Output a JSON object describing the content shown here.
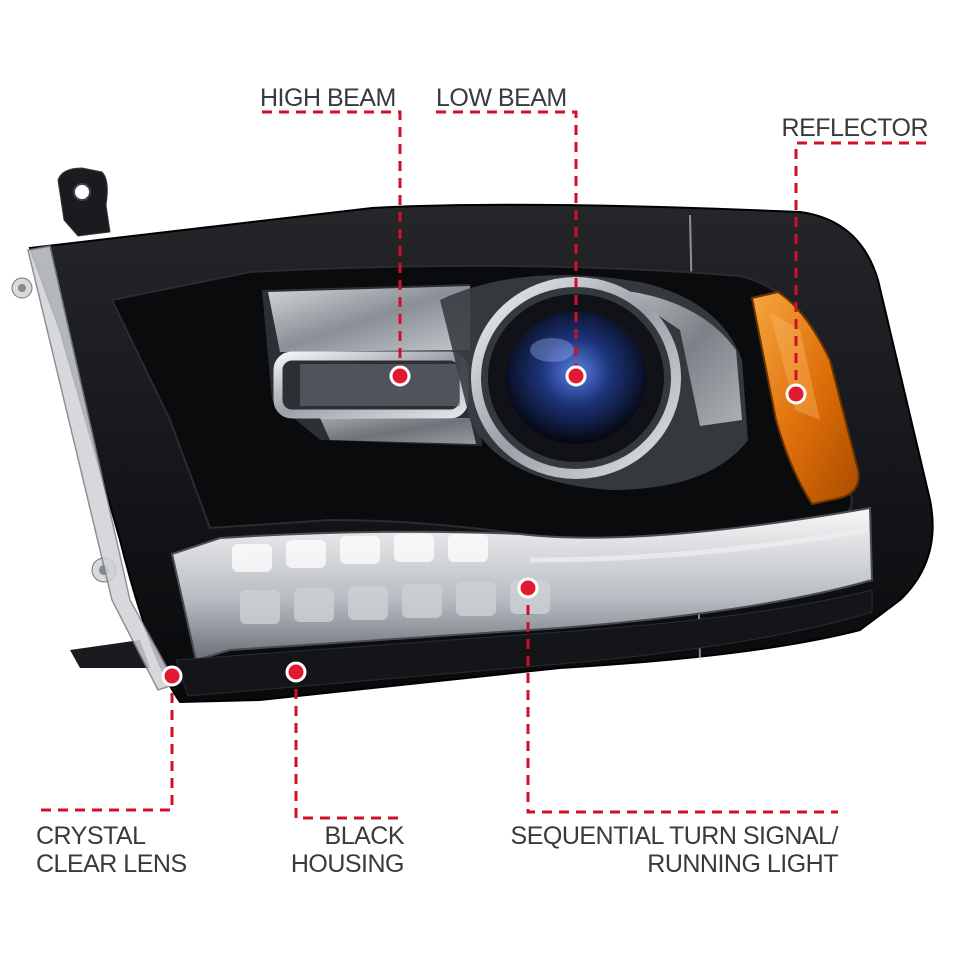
{
  "colors": {
    "callout": "#d0102a",
    "housing": "#0e0e10",
    "amber": "#e07a0c",
    "chrome": "#c9ccd0",
    "lens_blue": "#1a3a8a"
  },
  "labels": {
    "high_beam": "HIGH BEAM",
    "low_beam": "LOW BEAM",
    "reflector": "REFLECTOR",
    "crystal_line1": "CRYSTAL",
    "crystal_line2": "CLEAR LENS",
    "black_line1": "BLACK",
    "black_line2": "HOUSING",
    "seq_line1": "SEQUENTIAL TURN SIGNAL/",
    "seq_line2": "RUNNING LIGHT"
  },
  "icons": [
    "headlight-illustration",
    "callout-dot-icon"
  ]
}
